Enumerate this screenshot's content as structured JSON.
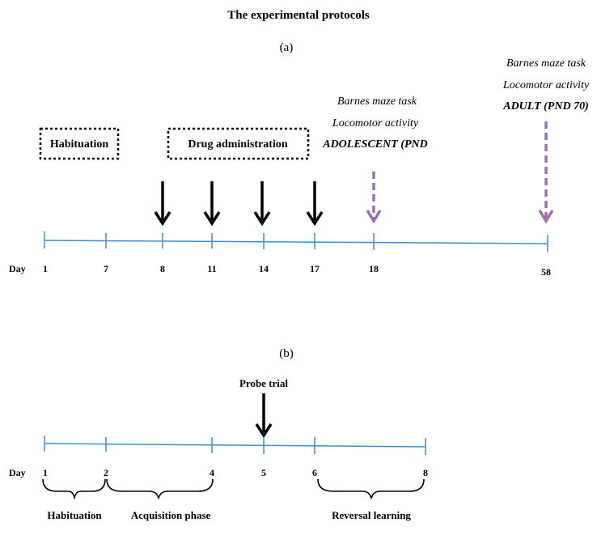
{
  "title": "The experimental protocols",
  "colors": {
    "timeline": "#3a8fd0",
    "black_arrow": "#000000",
    "dashed_arrow": "#9b6fb8",
    "box_border": "#000000"
  },
  "panel_a": {
    "label": "(a)",
    "day_label": "Day",
    "days": [
      "1",
      "7",
      "8",
      "11",
      "14",
      "17",
      "18",
      "58"
    ],
    "boxes": {
      "habituation": "Habituation",
      "drug_administration": "Drug administration"
    },
    "adolescent_text": {
      "line1": "Barnes maze task",
      "line2": "Locomotor activity",
      "line3": "ADOLESCENT (PND"
    },
    "adult_text": {
      "line1": "Barnes maze task",
      "line2": "Locomotor activity",
      "line3": "ADULT (PND 70)"
    },
    "arrow_icon": "down-arrow-icon",
    "dashed_arrow_icon": "dashed-down-arrow-icon"
  },
  "panel_b": {
    "label": "(b)",
    "day_label": "Day",
    "days": [
      "1",
      "2",
      "4",
      "5",
      "6",
      "8"
    ],
    "probe_trial": "Probe trial",
    "phases": {
      "habituation": "Habituation",
      "acquisition": "Acquisition phase",
      "reversal": "Reversal learning"
    },
    "arrow_icon": "down-arrow-icon"
  }
}
